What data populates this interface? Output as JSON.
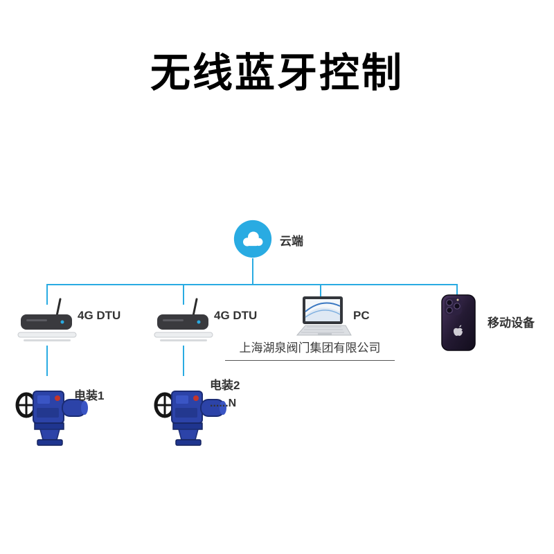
{
  "title": "无线蓝牙控制",
  "watermark": "上海湖泉阀门集团有限公司",
  "cloud": {
    "label": "云端"
  },
  "devices": {
    "dtu1": {
      "label": "4G DTU"
    },
    "dtu2": {
      "label": "4G DTU"
    },
    "pc": {
      "label": "PC"
    },
    "mobile": {
      "label": "移动设备"
    },
    "actuator1": {
      "label": "电装1"
    },
    "actuator2": {
      "label": "电装2",
      "more": "......N"
    }
  },
  "colors": {
    "connector_blue": "#29ABE2",
    "actuator_blue": "#2C43A8",
    "phone_purple": "#241A33",
    "title_black": "#000000"
  }
}
